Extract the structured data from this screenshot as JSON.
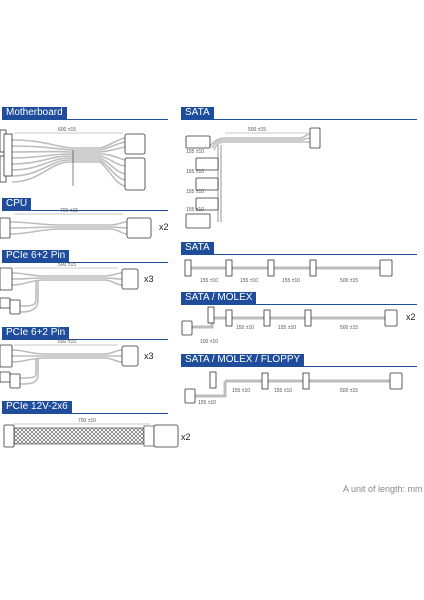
{
  "sections": {
    "motherboard": {
      "title": "Motherboard",
      "length": "600 ±15"
    },
    "cpu": {
      "title": "CPU",
      "length": "700 ±15",
      "multiplier": "x2"
    },
    "pcie1": {
      "title": "PCIe 6+2 Pin",
      "length": "500 ±15",
      "multiplier": "x3"
    },
    "pcie2": {
      "title": "PCIe 6+2 Pin",
      "length": "650 ±15",
      "multiplier": "x3"
    },
    "pcie12v": {
      "title": "PCIe 12V-2x6",
      "length": "700 ±10",
      "multiplier": "x2"
    },
    "sata1": {
      "title": "SATA",
      "length": "500 ±15",
      "seg": "155 ±10"
    },
    "sata2": {
      "title": "SATA",
      "seg": "155 ±10",
      "length": "500 ±15"
    },
    "sata_molex": {
      "title": "SATA / MOLEX",
      "seg": "155 ±10",
      "length": "500 ±15",
      "branch": "100 ±10",
      "multiplier": "x2"
    },
    "sata_molex_floppy": {
      "title": "SATA / MOLEX / FLOPPY",
      "seg": "155 ±10",
      "length": "500 ±15",
      "branch": "155 ±10"
    }
  },
  "unit_note": "A unit of length: mm",
  "colors": {
    "header": "#1f4d9c",
    "cable": "#c8c8c8",
    "connector": "#ffffff",
    "outline": "#333333"
  }
}
